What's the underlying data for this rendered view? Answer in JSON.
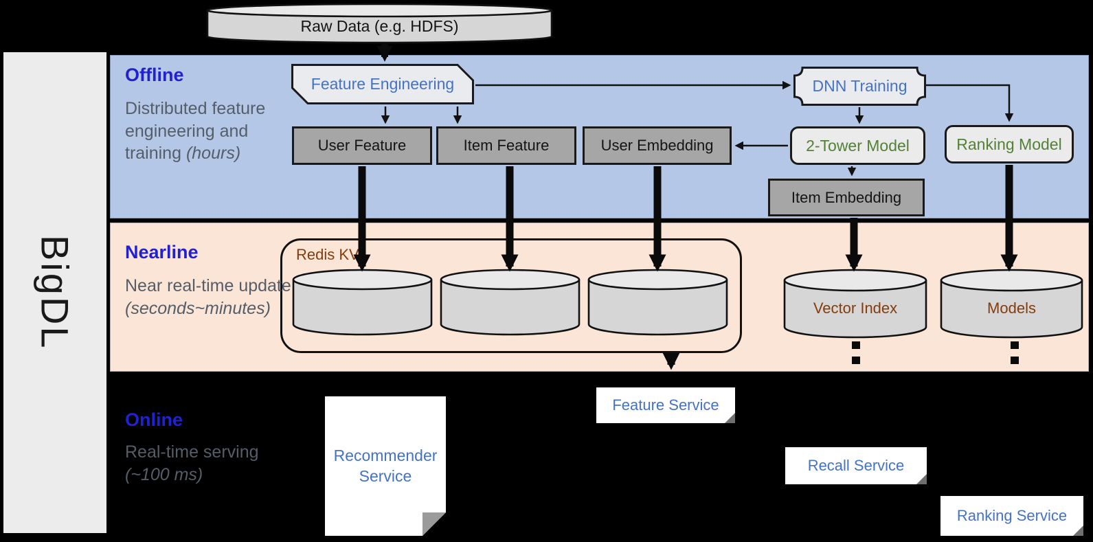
{
  "diagram": {
    "product": "BigDL",
    "bands": {
      "offline": {
        "title": "Offline",
        "desc": "Distributed feature engineering and training ",
        "desc_italic": "(hours)"
      },
      "nearline": {
        "title": "Nearline",
        "desc": "Near real-time update ",
        "desc_italic": "(seconds~minutes)"
      },
      "online": {
        "title": "Online",
        "desc": "Real-time serving ",
        "desc_italic": "(~100 ms)"
      }
    },
    "nodes": {
      "raw_data": "Raw Data (e.g. HDFS)",
      "feature_engineering": "Feature Engineering",
      "dnn_training": "DNN Training",
      "user_feature": "User Feature",
      "item_feature": "Item Feature",
      "user_embedding": "User Embedding",
      "two_tower_model": "2-Tower Model",
      "ranking_model": "Ranking Model",
      "item_embedding": "Item Embedding",
      "redis_kv": "Redis KV",
      "vector_index": "Vector Index",
      "models": "Models",
      "feature_service": "Feature Service",
      "recall_service": "Recall Service",
      "ranking_service": "Ranking Service",
      "recommender_service": "Recommender Service"
    },
    "colors": {
      "offline_band": "#b4c7e7",
      "nearline_band": "#fbe5d6",
      "online_band": "#000000",
      "band_title_blue": "#2121d1",
      "band_desc_gray": "#555d68",
      "node_text_blue": "#4472c4",
      "node_text_green": "#538135",
      "node_text_brown": "#843c0c",
      "gray_box_fill": "#a6a6a6",
      "light_shape_fill": "#eaebee",
      "cylinder_fill": "#d6d6d6",
      "sidebar_bg": "#ececec"
    }
  }
}
